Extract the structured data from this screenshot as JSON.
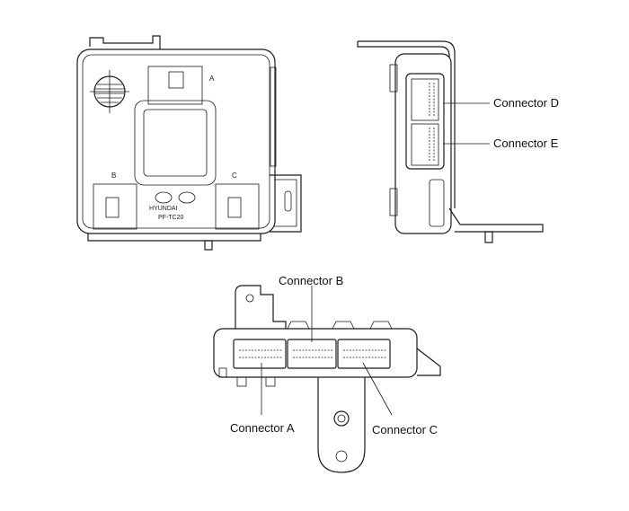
{
  "labels": {
    "connector_a": "Connector A",
    "connector_b": "Connector B",
    "connector_c": "Connector C",
    "connector_d": "Connector D",
    "connector_e": "Connector E"
  },
  "front_view_markings": {
    "slot_a": "A",
    "slot_b": "B",
    "slot_c": "C",
    "brand": "HYUNDAI",
    "model": "PF-TC20"
  },
  "colors": {
    "line": "#1a1a1a",
    "background": "#ffffff"
  }
}
